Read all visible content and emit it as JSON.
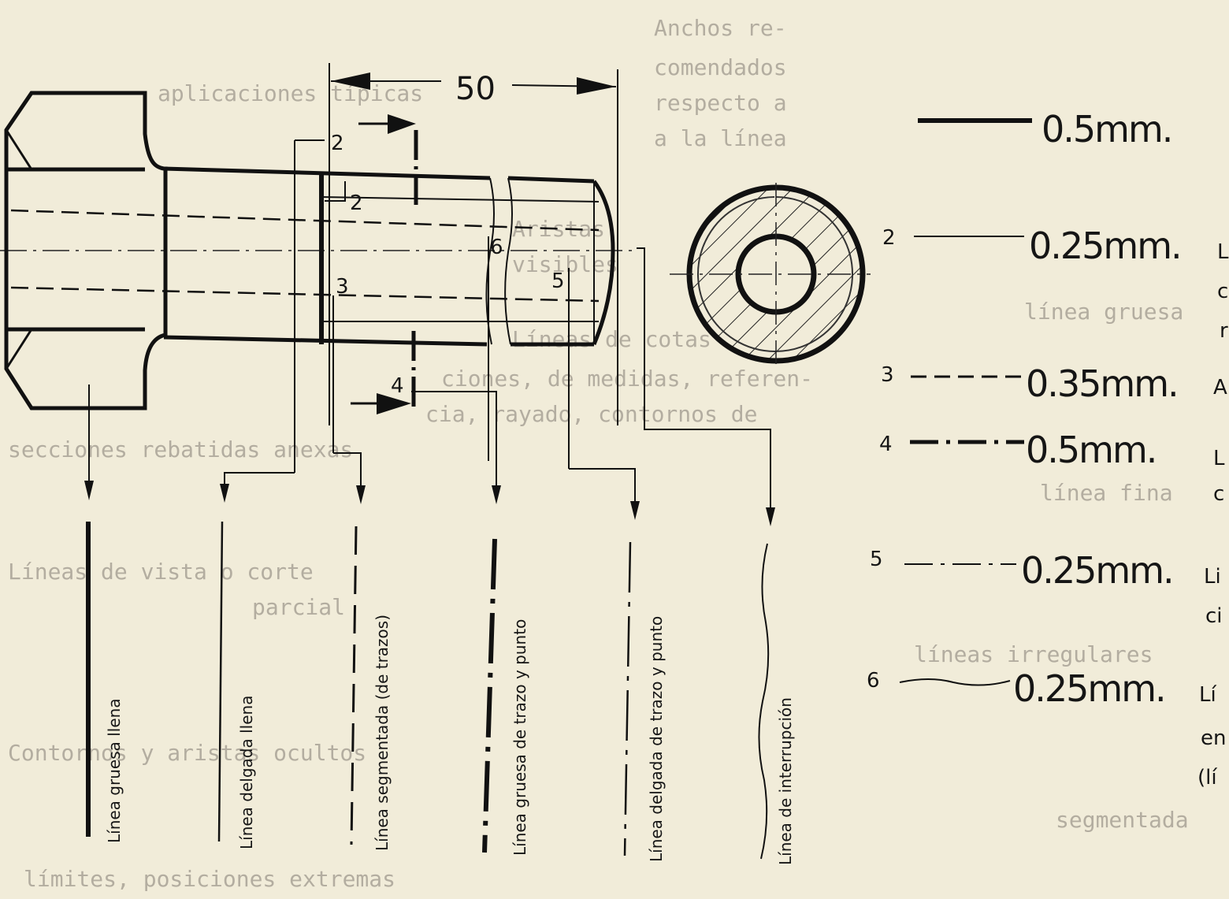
{
  "drawing": {
    "dimension": "50",
    "callouts": [
      "2",
      "2",
      "3",
      "6",
      "5",
      "4"
    ],
    "ghost_text": [
      "Anchos re-",
      "comendados",
      "respecto a",
      "a la línea",
      "aplicaciones típicas",
      "Aristas",
      "visibles",
      "línea gruesa",
      "Líneas de cotas",
      "ciones, de medidas, referen-",
      "cia, rayado, contornos de",
      "secciones rebatidas anexas",
      "línea fina",
      "Líneas de vista o corte",
      "parcial",
      "líneas irregulares",
      "Contornos y aristas ocultos",
      "segmentada",
      "límites, posiciones extremas"
    ]
  },
  "line_types": [
    {
      "label": "Línea gruesa llena"
    },
    {
      "label": "Línea delgada llena"
    },
    {
      "label": "Línea segmentada (de trazos)"
    },
    {
      "label": "Línea gruesa de trazo y punto"
    },
    {
      "label": "Línea delgada de trazo y punto"
    },
    {
      "label": "Línea de interrupción"
    }
  ],
  "legend": [
    {
      "num": "",
      "width": "0.5mm.",
      "desc": ""
    },
    {
      "num": "2",
      "width": "0.25mm.",
      "desc": "L",
      "desc2": "c",
      "desc3": "r"
    },
    {
      "num": "3",
      "width": "0.35mm.",
      "desc": "A"
    },
    {
      "num": "4",
      "width": "0.5mm.",
      "desc": "L",
      "desc2": "c"
    },
    {
      "num": "5",
      "width": "0.25mm.",
      "desc": "Li",
      "desc2": "ci"
    },
    {
      "num": "6",
      "width": "0.25mm.",
      "desc": "Lí",
      "desc2": "en",
      "desc3": "(lí"
    }
  ]
}
